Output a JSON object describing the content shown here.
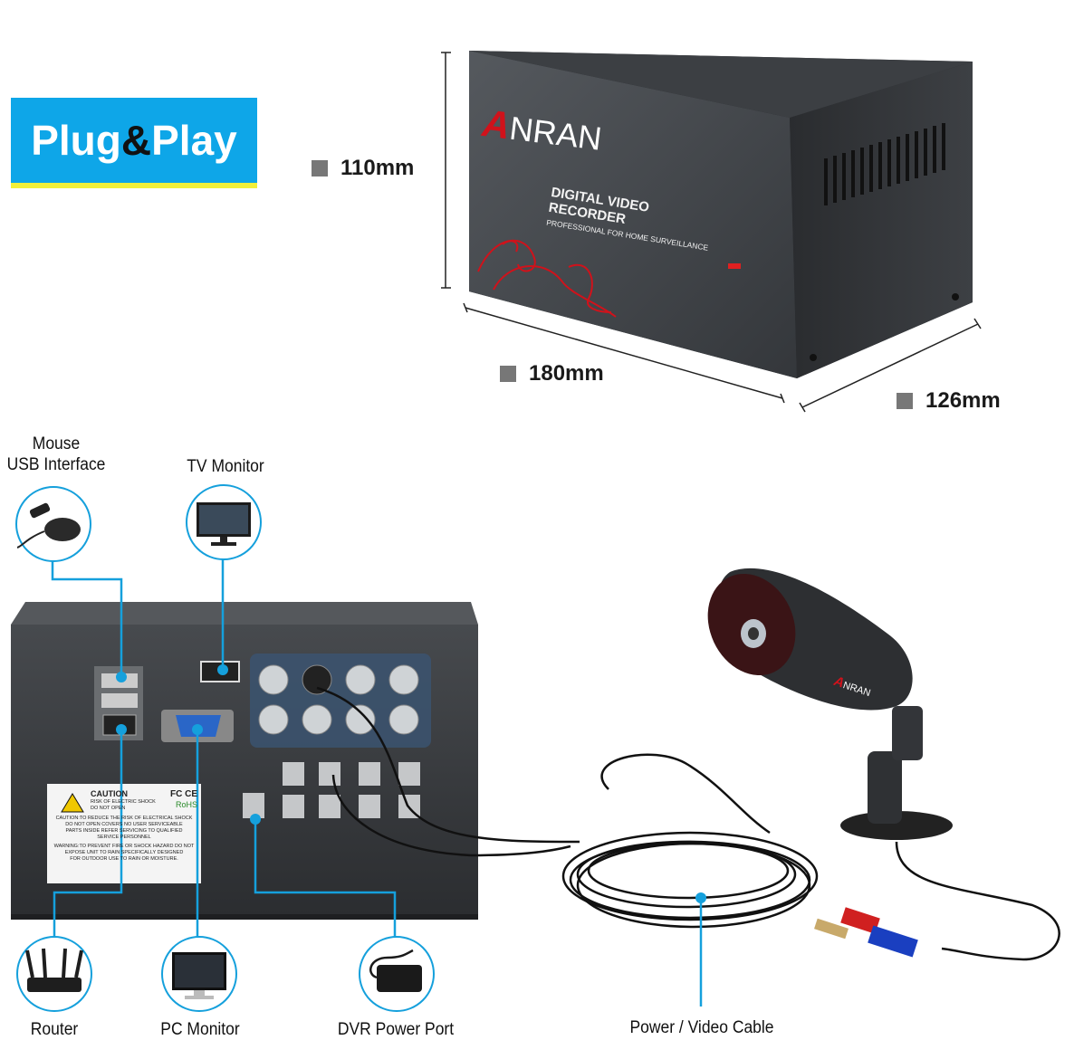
{
  "badge": {
    "part1": "Plug",
    "amp": "&",
    "part2": "Play"
  },
  "dvr_front": {
    "brand_first": "A",
    "brand_rest": "NRAN",
    "title": "DIGITAL VIDEO RECORDER",
    "subtitle": "PROFESSIONAL FOR HOME SURVEILLANCE"
  },
  "dimensions": {
    "height": "110mm",
    "width": "180mm",
    "depth": "126mm"
  },
  "peripherals": {
    "mouse": {
      "line1": "Mouse",
      "line2": "USB Interface"
    },
    "tv_monitor": "TV Monitor",
    "router": "Router",
    "pc_monitor": "PC Monitor",
    "dvr_power_port": "DVR Power Port",
    "power_video_cable": "Power / Video Cable"
  },
  "label_sticker": {
    "caution": "CAUTION",
    "certs": "FC CE",
    "rohs": "RoHS",
    "line1": "RISK OF ELECTRIC SHOCK",
    "line2": "DO NOT OPEN",
    "body1": "CAUTION:TO REDUCE THE RISK OF ELECTRICAL SHOCK",
    "body2": "DO NOT OPEN COVERS NO USER SERVICEABLE",
    "body3": "PARTS INSIDE REFER SERVICING TO QUALIFIED",
    "body4": "SERVICE PERSONNEL",
    "body5": "WARNING:TO PREVENT FIRE OR SHOCK HAZARD DO NOT",
    "body6": "EXPOSE UNIT TO RAIN SPECIFICALLY DESIGNED",
    "body7": "FOR OUTDOOR USE TO RAIN OR MOISTURE."
  },
  "camera": {
    "brand_first": "A",
    "brand_rest": "NRAN"
  },
  "colors": {
    "accent": "#15a0dc",
    "badge": "#0ea6e8",
    "badge_underline": "#f2f03a",
    "brand_red": "#d0121b",
    "body": "#2e3033"
  }
}
